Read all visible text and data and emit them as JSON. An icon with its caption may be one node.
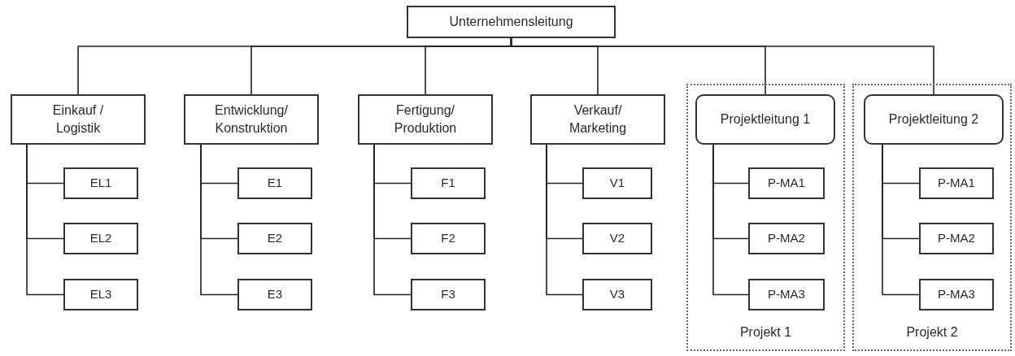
{
  "diagram": {
    "nodes": [
      {
        "text": [
          "Unternehmensleitung"
        ]
      },
      {
        "text": [
          "Einkauf / Logistik"
        ]
      },
      {
        "text": [
          "EL1"
        ]
      },
      {
        "text": [
          "EL2"
        ]
      },
      {
        "text": [
          "EL3"
        ]
      },
      {
        "text": [
          "Entwicklung/ Konstruktion"
        ]
      },
      {
        "text": [
          "E1"
        ]
      },
      {
        "text": [
          "E2"
        ]
      },
      {
        "text": [
          "E3"
        ]
      },
      {
        "text": [
          "Fertigung/ Produktion"
        ]
      },
      {
        "text": [
          "F1"
        ]
      },
      {
        "text": [
          "F2"
        ]
      },
      {
        "text": [
          "F3"
        ]
      },
      {
        "text": [
          "Verkauf/ Marketing"
        ]
      },
      {
        "text": [
          "V1"
        ]
      },
      {
        "text": [
          "V2"
        ]
      },
      {
        "text": [
          "V3"
        ]
      },
      {
        "text": [
          "Projekt 1"
        ]
      },
      {
        "text": [
          "Projektleitung 1"
        ],
        "in": 17
      },
      {
        "text": [
          "P-MA1"
        ],
        "in": 17
      },
      {
        "text": [
          "P-MA2"
        ],
        "in": 17
      },
      {
        "text": [
          "P-MA3"
        ],
        "in": 17
      },
      {
        "text": [
          "Projekt 2"
        ]
      },
      {
        "text": [
          "Projektleitung 2"
        ],
        "in": 22
      },
      {
        "text": [
          "P-MA1"
        ],
        "in": 22
      },
      {
        "text": [
          "P-MA2"
        ],
        "in": 22
      },
      {
        "text": [
          "P-MA3"
        ],
        "in": 22
      }
    ],
    "edges": [
      {
        "from": 0,
        "to": 1,
        "arrow": "none"
      },
      {
        "from": 0,
        "to": 5,
        "arrow": "none"
      },
      {
        "from": 0,
        "to": 9,
        "arrow": "none"
      },
      {
        "from": 0,
        "to": 13,
        "arrow": "none"
      },
      {
        "from": 0,
        "to": 18,
        "arrow": "none"
      },
      {
        "from": 0,
        "to": 23,
        "arrow": "none"
      },
      {
        "from": 1,
        "to": 2,
        "arrow": "none"
      },
      {
        "from": 1,
        "to": 3,
        "arrow": "none"
      },
      {
        "from": 1,
        "to": 4,
        "arrow": "none"
      },
      {
        "from": 5,
        "to": 6,
        "arrow": "none"
      },
      {
        "from": 5,
        "to": 7,
        "arrow": "none"
      },
      {
        "from": 5,
        "to": 8,
        "arrow": "none"
      },
      {
        "from": 9,
        "to": 10,
        "arrow": "none"
      },
      {
        "from": 9,
        "to": 11,
        "arrow": "none"
      },
      {
        "from": 9,
        "to": 12,
        "arrow": "none"
      },
      {
        "from": 13,
        "to": 14,
        "arrow": "none"
      },
      {
        "from": 13,
        "to": 15,
        "arrow": "none"
      },
      {
        "from": 13,
        "to": 16,
        "arrow": "none"
      },
      {
        "from": 18,
        "to": 19,
        "arrow": "none"
      },
      {
        "from": 18,
        "to": 20,
        "arrow": "none"
      },
      {
        "from": 18,
        "to": 21,
        "arrow": "none"
      },
      {
        "from": 23,
        "to": 24,
        "arrow": "none"
      },
      {
        "from": 23,
        "to": 25,
        "arrow": "none"
      },
      {
        "from": 23,
        "to": 26,
        "arrow": "none"
      }
    ]
  }
}
